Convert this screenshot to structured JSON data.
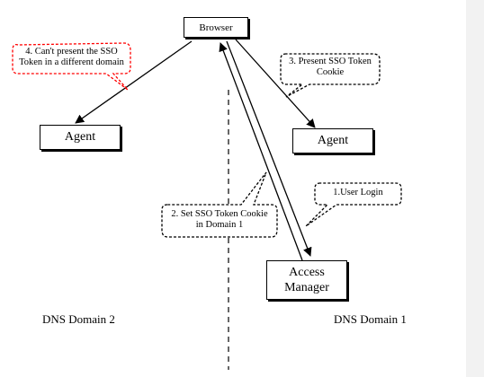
{
  "nodes": {
    "browser": "Browser",
    "agent_left": "Agent",
    "agent_right": "Agent",
    "access_manager_line1": "Access",
    "access_manager_line2": "Manager"
  },
  "callouts": {
    "step1": "1.User Login",
    "step2_line1": "2. Set SSO Token Cookie",
    "step2_line2": "in Domain 1",
    "step3_line1": "3. Present SSO Token",
    "step3_line2": "Cookie",
    "step4_line1": "4. Can't present the SSO",
    "step4_line2": "Token in a different domain"
  },
  "domains": {
    "left": "DNS Domain 2",
    "right": "DNS Domain 1"
  },
  "colors": {
    "error_callout_border": "#ff0000",
    "line": "#000000"
  }
}
